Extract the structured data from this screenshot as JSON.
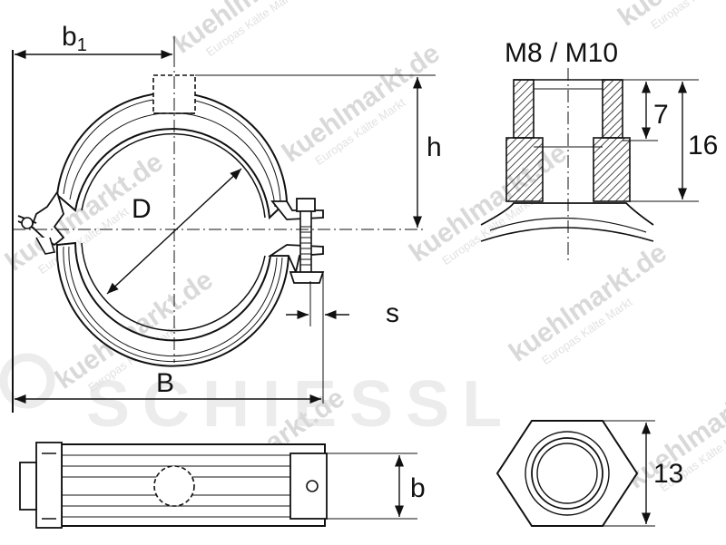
{
  "labels": {
    "b1_main": "b",
    "b1_sub": "1",
    "h": "h",
    "D": "D",
    "s": "s",
    "B": "B",
    "b": "b",
    "thread": "M8 / M10",
    "dim7": "7",
    "dim16": "16",
    "dim13": "13"
  },
  "watermark": {
    "site": "kuehlmarkt.de",
    "tagline": "Europas Kälte Markt",
    "brand": "SCHIESSL"
  },
  "colors": {
    "line": "#111111",
    "hatch": "#222222",
    "watermark": "#d9d9d9"
  }
}
